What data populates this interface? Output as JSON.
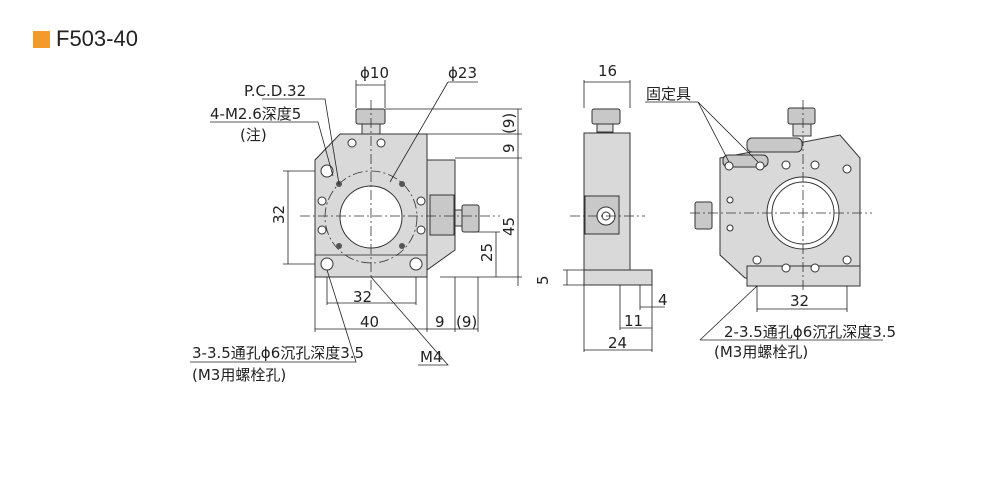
{
  "title": "F503-40",
  "accent_color": "#f39a2d",
  "front_view": {
    "phi10": "ϕ10",
    "phi23": "ϕ23",
    "pcd": "P.C.D.32",
    "tap": "4-M2.6深度5",
    "note": "(注)",
    "dim_32_v": "32",
    "dim_45": "45",
    "dim_25": "25",
    "dim_9_top": "9",
    "dim_9_paren_top": "(9)",
    "dim_32_h": "32",
    "dim_40": "40",
    "dim_9_right": "9",
    "dim_9_paren_right": "(9)",
    "holes": "3-3.5通孔ϕ6沉孔深度3.5",
    "holes_note": "(M3用螺栓孔)",
    "m4": "M4"
  },
  "side_view": {
    "dim_16": "16",
    "dim_5": "5",
    "dim_4": "4",
    "dim_11": "11",
    "dim_24": "24"
  },
  "rear_view": {
    "fixture": "固定具",
    "dim_32": "32",
    "holes": "2-3.5通孔ϕ6沉孔深度3.5",
    "holes_note": "(M3用螺栓孔)"
  }
}
